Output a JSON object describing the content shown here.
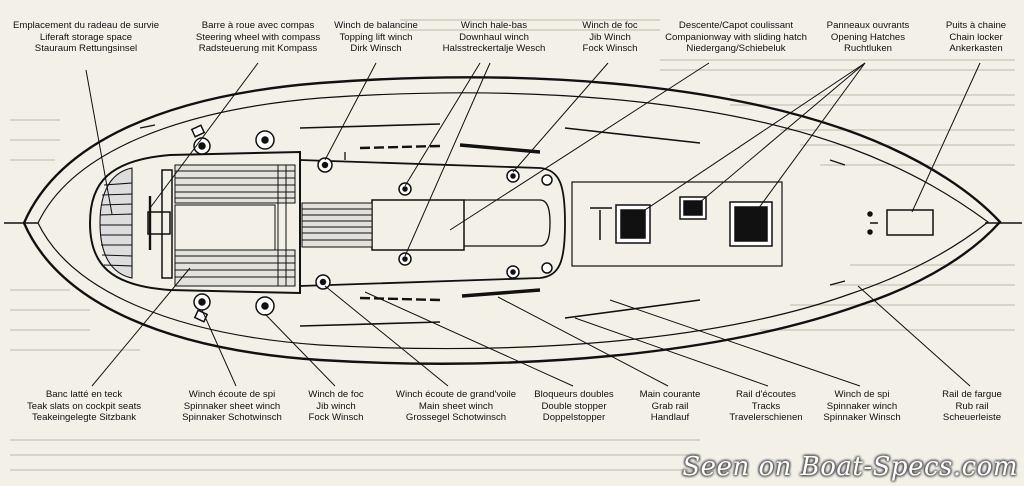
{
  "labels_top": [
    {
      "id": "liferaft",
      "fr": "Emplacement du radeau de survie",
      "en": "Liferaft storage space",
      "de": "Stauraum Rettungsinsel"
    },
    {
      "id": "steering",
      "fr": "Barre à roue avec compas",
      "en": "Steering wheel with compass",
      "de": "Radsteuerung mit Kompass"
    },
    {
      "id": "topping",
      "fr": "Winch de balancine",
      "en": "Topping lift winch",
      "de": "Dirk Winsch"
    },
    {
      "id": "downhaul",
      "fr": "Winch hale-bas",
      "en": "Downhaul winch",
      "de": "Halsstreckertalje Wesch"
    },
    {
      "id": "jibtop",
      "fr": "Winch de foc",
      "en": "Jib Winch",
      "de": "Fock Winsch"
    },
    {
      "id": "companion",
      "fr": "Descente/Capot coulissant",
      "en": "Companionway with sliding hatch",
      "de": "Niedergang/Schiebeluk"
    },
    {
      "id": "hatches",
      "fr": "Panneaux ouvrants",
      "en": "Opening Hatches",
      "de": "Ruchtluken"
    },
    {
      "id": "chain",
      "fr": "Puits à chaine",
      "en": "Chain locker",
      "de": "Ankerkasten"
    }
  ],
  "labels_bottom": [
    {
      "id": "teak",
      "fr": "Banc latté en teck",
      "en": "Teak slats on cockpit seats",
      "de": "Teakeingelegte Sitzbank"
    },
    {
      "id": "spisheet",
      "fr": "Winch écoute de spi",
      "en": "Spinnaker sheet winch",
      "de": "Spinnaker Schotwinsch"
    },
    {
      "id": "jibbot",
      "fr": "Winch de foc",
      "en": "Jib winch",
      "de": "Fock Winsch"
    },
    {
      "id": "mainsheet",
      "fr": "Winch écoute de grand'voile",
      "en": "Main sheet winch",
      "de": "Grossegel Schotwinsch"
    },
    {
      "id": "stopper",
      "fr": "Bloqueurs doubles",
      "en": "Double stopper",
      "de": "Doppelstopper"
    },
    {
      "id": "grab",
      "fr": "Main courante",
      "en": "Grab rail",
      "de": "Handlauf"
    },
    {
      "id": "tracks",
      "fr": "Rail d'écoutes",
      "en": "Tracks",
      "de": "Travelerschienen"
    },
    {
      "id": "spiwinch",
      "fr": "Winch de spi",
      "en": "Spinnaker winch",
      "de": "Spinnaker Winsch"
    },
    {
      "id": "rubrail",
      "fr": "Rail de fargue",
      "en": "Rub rail",
      "de": "Scheuerleiste"
    }
  ],
  "watermark": "Seen on Boat-Specs.com"
}
